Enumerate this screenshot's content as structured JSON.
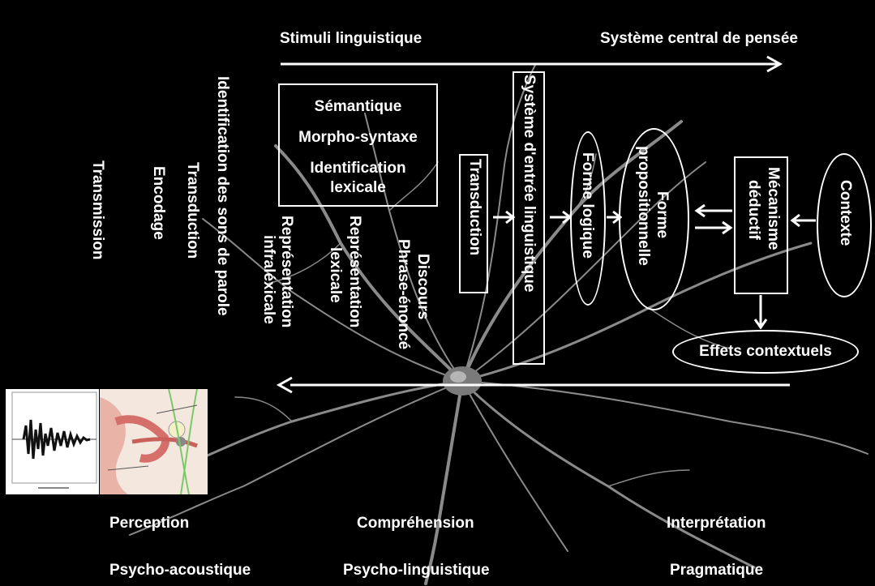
{
  "top": {
    "left_label": "Stimuli linguistique",
    "right_label": "Système central de pensée"
  },
  "vertical_labels": {
    "transmission": "Transmission",
    "encodage": "Encodage",
    "transduction_left": "Transduction",
    "identification_sons": "Identification des sons de parole",
    "representation_infra_1": "Représentation",
    "representation_infra_2": "infraléxicale",
    "representation_lex_1": "Représentation",
    "representation_lex_2": "lexicale",
    "discours_1": "Discours",
    "discours_2": "Phrase-énoncé",
    "transduction_box": "Transduction",
    "systeme_entree": "Système d'entrée linguistique",
    "forme_logique": "Forme logique",
    "forme_prop_1": "Forme",
    "forme_prop_2": "propositionnelle",
    "mecanisme_1": "Mécanisme",
    "mecanisme_2": "déductif",
    "contexte": "Contexte"
  },
  "levels_box": {
    "semantique": "Sémantique",
    "morpho": "Morpho-syntaxe",
    "ident_1": "Identification",
    "ident_2": "lexicale"
  },
  "effets": "Effets contextuels",
  "bottom": {
    "perception": "Perception",
    "comprehension": "Compréhension",
    "interpretation": "Interprétation",
    "psycho_acoustique": "Psycho-acoustique",
    "psycho_linguistique": "Psycho-linguistique",
    "pragmatique": "Pragmatique"
  }
}
